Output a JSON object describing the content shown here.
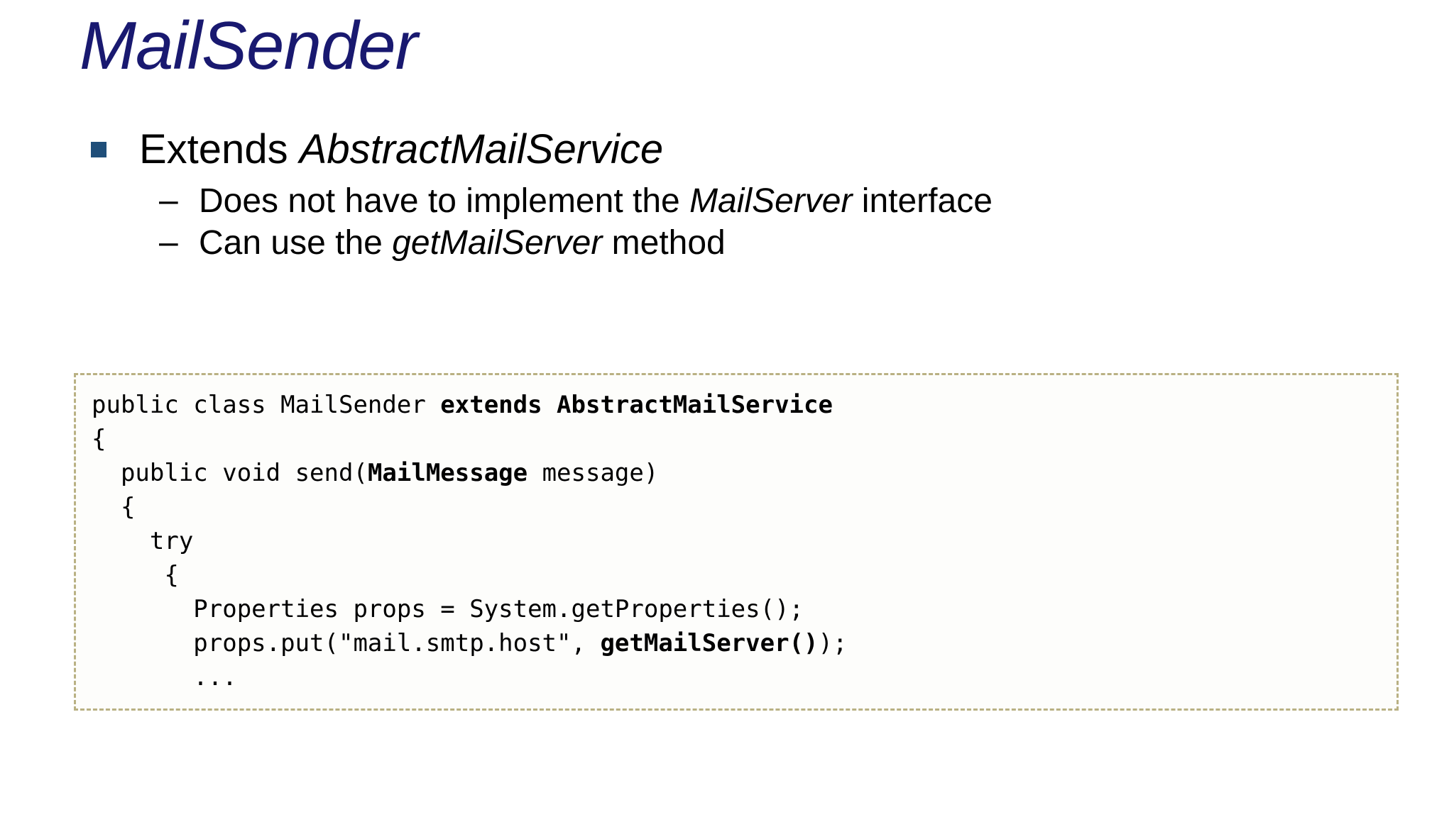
{
  "slide": {
    "title": "MailSender",
    "title_color": "#191970",
    "background_color": "#ffffff",
    "bullet_marker_color": "#1f4e79",
    "code_border_color": "#b9b183"
  },
  "bullets": [
    {
      "level": 1,
      "marker": "square",
      "parts": [
        {
          "text": "Extends ",
          "style": "normal"
        },
        {
          "text": "AbstractMailService",
          "style": "italic"
        }
      ],
      "plain": "Extends AbstractMailService"
    },
    {
      "level": 2,
      "marker": "–",
      "parts": [
        {
          "text": "Does not have to implement the ",
          "style": "normal"
        },
        {
          "text": "MailServer",
          "style": "italic"
        },
        {
          "text": " interface",
          "style": "normal"
        }
      ],
      "plain": "Does not have to implement the MailServer interface"
    },
    {
      "level": 2,
      "marker": "–",
      "parts": [
        {
          "text": "Can use the ",
          "style": "normal"
        },
        {
          "text": "getMailServer",
          "style": "italic"
        },
        {
          "text": " method",
          "style": "normal"
        }
      ],
      "plain": "Can use the getMailServer method"
    }
  ],
  "code": {
    "language": "java",
    "lines": [
      [
        {
          "text": "public class MailSender ",
          "bold": false
        },
        {
          "text": "extends AbstractMailService",
          "bold": true
        }
      ],
      [
        {
          "text": "{",
          "bold": false
        }
      ],
      [
        {
          "text": "  public void send(",
          "bold": false
        },
        {
          "text": "MailMessage",
          "bold": true
        },
        {
          "text": " message)",
          "bold": false
        }
      ],
      [
        {
          "text": "  {",
          "bold": false
        }
      ],
      [
        {
          "text": "    try",
          "bold": false
        }
      ],
      [
        {
          "text": "     {",
          "bold": false
        }
      ],
      [
        {
          "text": "       Properties props = System.getProperties();",
          "bold": false
        }
      ],
      [
        {
          "text": "       props.put(\"mail.smtp.host\", ",
          "bold": false
        },
        {
          "text": "getMailServer()",
          "bold": true
        },
        {
          "text": ");",
          "bold": false
        }
      ],
      [
        {
          "text": "       ...",
          "bold": false
        }
      ]
    ],
    "plain_text": "public class MailSender extends AbstractMailService\n{\n  public void send(MailMessage message)\n  {\n    try\n     {\n       Properties props = System.getProperties();\n       props.put(\"mail.smtp.host\", getMailServer());\n       ..."
  }
}
